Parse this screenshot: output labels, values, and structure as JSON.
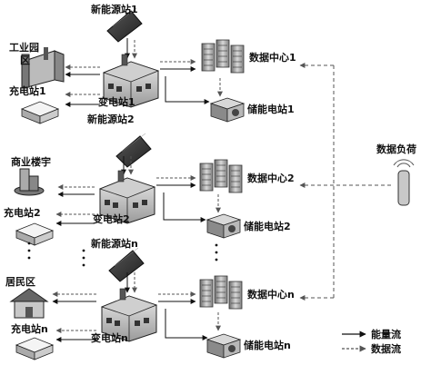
{
  "labels": {
    "new_energy_1": "新能源站1",
    "new_energy_2": "新能源站2",
    "new_energy_n": "新能源站n",
    "industrial_line1": "工业园",
    "industrial_line2": "区",
    "commercial": "商业楼宇",
    "residential": "居民区",
    "charging_1": "充电站1",
    "charging_2": "充电站2",
    "charging_n": "充电站n",
    "substation_1": "变电站1",
    "substation_2": "变电站2",
    "substation_n": "变电站n",
    "datacenter_1": "数据中心1",
    "datacenter_2": "数据中心2",
    "datacenter_n": "数据中心n",
    "storage_1": "储能电站1",
    "storage_2": "储能电站2",
    "storage_n": "储能电站n",
    "data_load": "数据负荷"
  },
  "legend": {
    "energy_flow": "能量流",
    "data_flow": "数据流"
  }
}
